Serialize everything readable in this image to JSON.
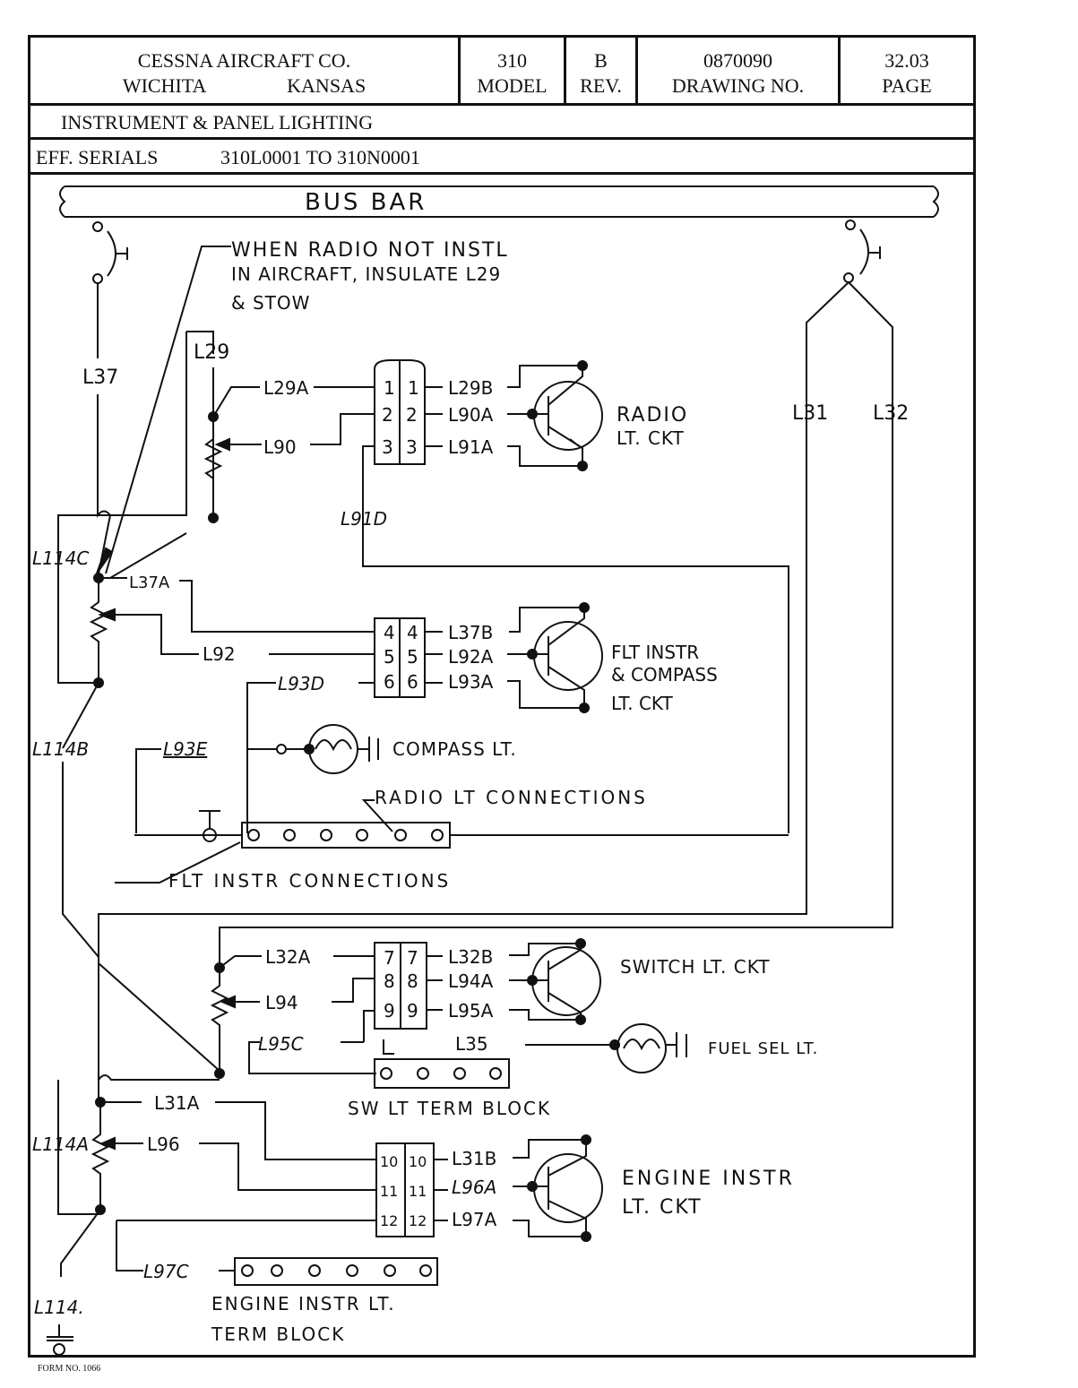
{
  "title_block": {
    "company_line1": "CESSNA AIRCRAFT CO.",
    "company_city": "WICHITA",
    "company_state": "KANSAS",
    "model_value": "310",
    "model_label": "MODEL",
    "rev_value": "B",
    "rev_label": "REV.",
    "drawing_no_value": "0870090",
    "drawing_no_label": "DRAWING NO.",
    "page_value": "32.03",
    "page_label": "PAGE",
    "subject": "INSTRUMENT & PANEL LIGHTING",
    "eff_label": "EFF. SERIALS",
    "eff_range": "310L0001 TO 310N0001"
  },
  "diagram": {
    "bus_bar_label": "BUS BAR",
    "note_line1": "WHEN RADIO NOT INSTL",
    "note_line2": "IN AIRCRAFT, INSULATE L29",
    "note_line3": "& STOW",
    "wires": {
      "L37": "L37",
      "L29": "L29",
      "L29A": "L29A",
      "L90": "L90",
      "L91D": "L91D",
      "L29B": "L29B",
      "L90A": "L90A",
      "L91A": "L91A",
      "L31": "L31",
      "L32": "L32",
      "L114C": "L114C",
      "L37A": "L37A",
      "L92": "L92",
      "L93D": "L93D",
      "L37B": "L37B",
      "L92A": "L92A",
      "L93A": "L93A",
      "L114B": "L114B",
      "L93E": "L93E",
      "L32A": "L32A",
      "L94": "L94",
      "L95C": "L95C",
      "L32B": "L32B",
      "L94A": "L94A",
      "L95A": "L95A",
      "L35": "L35",
      "L31A": "L31A",
      "L114A": "L114A",
      "L96": "L96",
      "L31B": "L31B",
      "L96A": "L96A",
      "L97A": "L97A",
      "L97C": "L97C",
      "L114": "L114."
    },
    "connector_pins": {
      "p1": "1",
      "p2": "2",
      "p3": "3",
      "p4": "4",
      "p5": "5",
      "p6": "6",
      "p7": "7",
      "p8": "8",
      "p9": "9",
      "p10": "10",
      "p11": "11",
      "p12": "12"
    },
    "circuits": {
      "radio_line1": "RADIO",
      "radio_line2": "LT. CKT",
      "flt_line1": "FLT INSTR",
      "flt_line2": "& COMPASS",
      "flt_line3": "LT. CKT",
      "switch": "SWITCH LT. CKT",
      "engine_line1": "ENGINE INSTR",
      "engine_line2": "LT. CKT"
    },
    "lamps": {
      "compass": "COMPASS LT.",
      "fuel_sel": "FUEL SEL LT."
    },
    "callouts": {
      "radio_lt_connections": "RADIO LT CONNECTIONS",
      "flt_instr_connections": "FLT INSTR CONNECTIONS",
      "sw_lt_term_block": "SW LT TERM BLOCK",
      "engine_term_line1": "ENGINE INSTR LT.",
      "engine_term_line2": "TERM BLOCK"
    }
  },
  "footer": {
    "form_no": "FORM NO. 1066"
  }
}
